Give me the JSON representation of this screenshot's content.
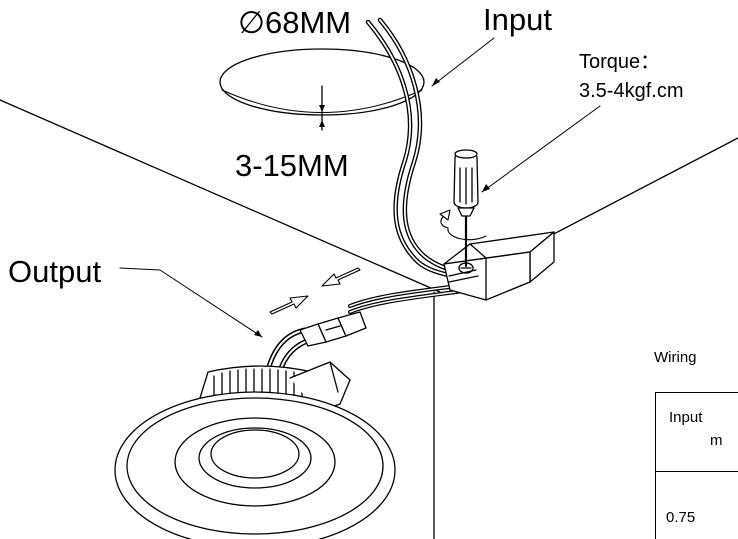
{
  "labels": {
    "diameter": "∅68MM",
    "input": "Input",
    "torque_label": "Torque：",
    "torque_value": "3.5-4kgf.cm",
    "thickness": "3-15MM",
    "output": "Output",
    "wiring_partial": "Wiring",
    "table_header_line1": "Input",
    "table_header_line2": "m",
    "table_cell_partial": "0.75"
  },
  "colors": {
    "line": "#000000",
    "background": "#ffffff"
  },
  "icons": [
    "screwdriver-icon",
    "rotation-arrow-icon",
    "insert-arrows-icon"
  ]
}
